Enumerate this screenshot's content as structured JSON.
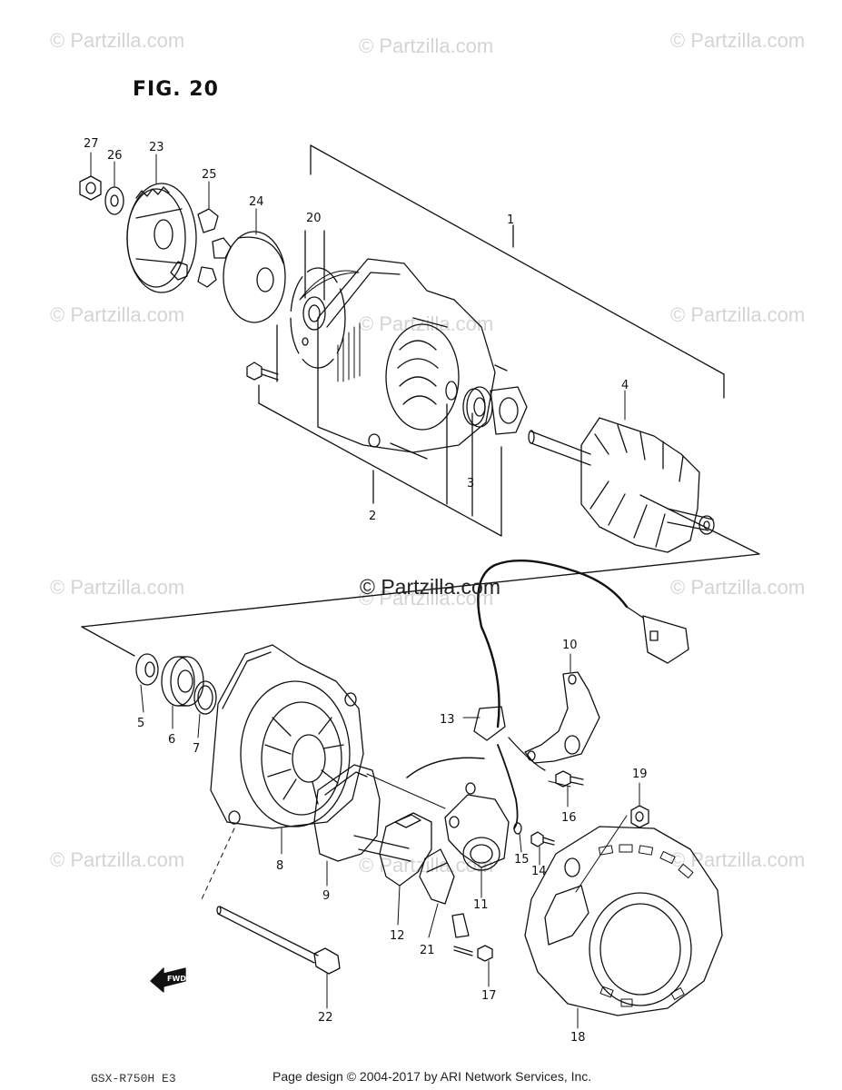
{
  "figure": {
    "title": "FIG. 20"
  },
  "watermarks": [
    "© Partzilla.com",
    "© Partzilla.com",
    "© Partzilla.com",
    "© Partzilla.com",
    "© Partzilla.com",
    "© Partzilla.com",
    "© Partzilla.com",
    "© Partzilla.com",
    "© Partzilla.com",
    "© Partzilla.com",
    "© Partzilla.com",
    "© Partzilla.com"
  ],
  "center_watermark": "© Partzilla.com",
  "callouts": [
    "1",
    "2",
    "3",
    "4",
    "5",
    "6",
    "7",
    "8",
    "9",
    "10",
    "11",
    "12",
    "13",
    "14",
    "15",
    "16",
    "17",
    "18",
    "19",
    "20",
    "21",
    "22",
    "23",
    "24",
    "25",
    "26",
    "27"
  ],
  "fwd_label": "FWD",
  "footer": {
    "model_code": "GSX-R750H E3",
    "copyright": "Page design © 2004-2017 by ARI Network Services, Inc."
  }
}
